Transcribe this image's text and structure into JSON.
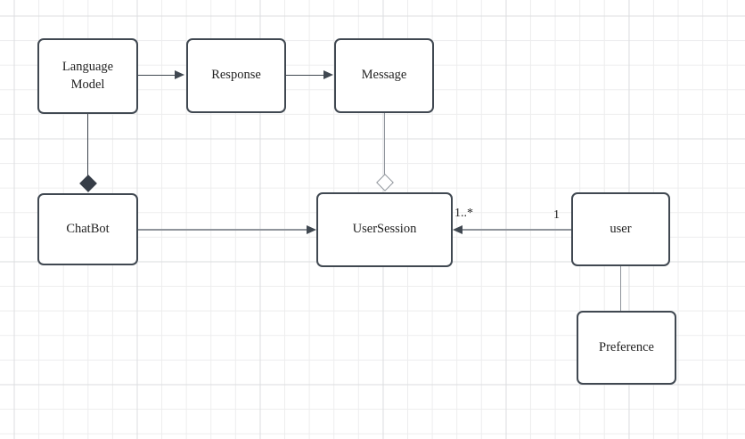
{
  "canvas": {
    "background": "#ffffff",
    "grid_minor_color": "#ededee",
    "grid_major_color": "#dcdee0"
  },
  "colors": {
    "node_border": "#404851",
    "node_fill": "#ffffff",
    "text": "#1f1f1f",
    "dark_edge": "#404851",
    "gray_edge": "#8f949b"
  },
  "nodes": {
    "language_model": {
      "label": "Language Model"
    },
    "response": {
      "label": "Response"
    },
    "message": {
      "label": "Message"
    },
    "chatbot": {
      "label": "ChatBot"
    },
    "user_session": {
      "label": "UserSession"
    },
    "user": {
      "label": "user"
    },
    "preference": {
      "label": "Preference"
    }
  },
  "edges": {
    "user_to_user_session": {
      "source_multiplicity": "1",
      "target_multiplicity": "1..*"
    }
  }
}
